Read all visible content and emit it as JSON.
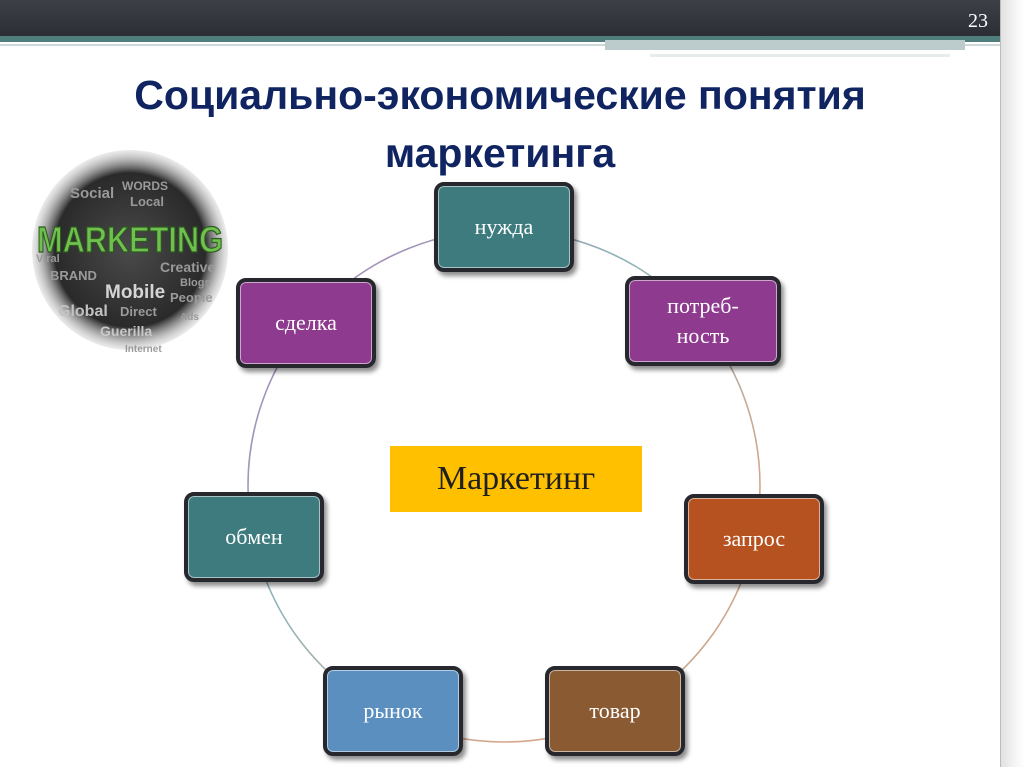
{
  "slide": {
    "number": "23",
    "title_line1": "Социально-экономические понятия",
    "title_line2": "маркетинга"
  },
  "logo": {
    "main_word": "MARKETING",
    "words": [
      "Social",
      "WORDS",
      "Local",
      "BRAND",
      "Creative",
      "Mobile",
      "Global",
      "Direct",
      "People",
      "Blogs",
      "Guerilla",
      "Internet",
      "Viral",
      "Ads"
    ]
  },
  "diagram": {
    "center": "Маркетинг",
    "nodes": [
      {
        "id": "need",
        "label": "нужда",
        "color": "#3e7b7f"
      },
      {
        "id": "want",
        "label": "потреб-\nность",
        "color": "#8e3a8e"
      },
      {
        "id": "demand",
        "label": "запрос",
        "color": "#b5521f"
      },
      {
        "id": "product",
        "label": "товар",
        "color": "#8a5a32"
      },
      {
        "id": "market",
        "label": "рынок",
        "color": "#5a8fbf"
      },
      {
        "id": "exchange",
        "label": "обмен",
        "color": "#3e7b7f"
      },
      {
        "id": "deal",
        "label": "сделка",
        "color": "#8e3a8e"
      }
    ]
  }
}
